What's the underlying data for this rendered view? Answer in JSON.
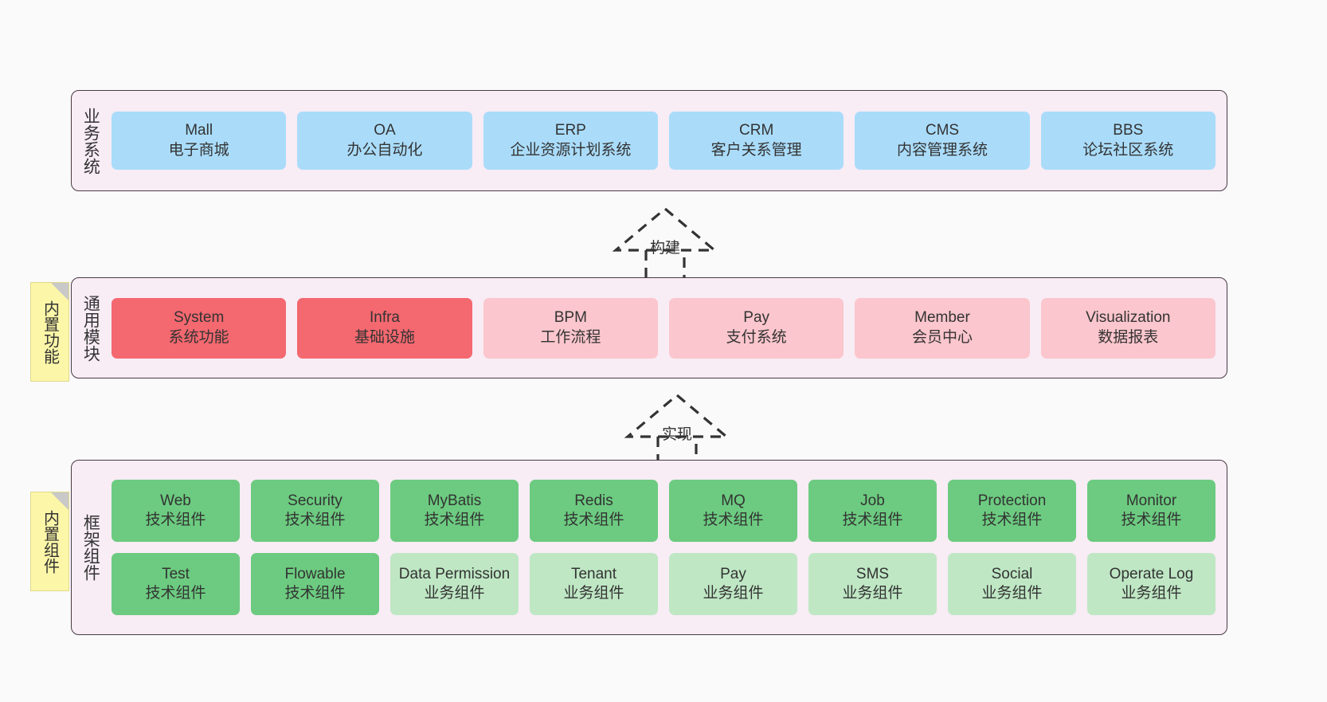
{
  "diagram": {
    "layers": [
      {
        "id": "business",
        "title": "业务系统",
        "rows": [
          {
            "boxes": [
              {
                "name": "Mall",
                "sub": "电子商城",
                "color": "#aadcfa"
              },
              {
                "name": "OA",
                "sub": "办公自动化",
                "color": "#aadcfa"
              },
              {
                "name": "ERP",
                "sub": "企业资源计划系统",
                "color": "#aadcfa"
              },
              {
                "name": "CRM",
                "sub": "客户关系管理",
                "color": "#aadcfa"
              },
              {
                "name": "CMS",
                "sub": "内容管理系统",
                "color": "#aadcfa"
              },
              {
                "name": "BBS",
                "sub": "论坛社区系统",
                "color": "#aadcfa"
              }
            ]
          }
        ]
      },
      {
        "id": "common",
        "title": "通用模块",
        "note": "内置功能",
        "rows": [
          {
            "boxes": [
              {
                "name": "System",
                "sub": "系统功能",
                "color": "#f4686f"
              },
              {
                "name": "Infra",
                "sub": "基础设施",
                "color": "#f4686f"
              },
              {
                "name": "BPM",
                "sub": "工作流程",
                "color": "#fbc6cd"
              },
              {
                "name": "Pay",
                "sub": "支付系统",
                "color": "#fbc6cd"
              },
              {
                "name": "Member",
                "sub": "会员中心",
                "color": "#fbc6cd"
              },
              {
                "name": "Visualization",
                "sub": "数据报表",
                "color": "#fbc6cd"
              }
            ]
          }
        ]
      },
      {
        "id": "framework",
        "title": "框架组件",
        "note": "内置组件",
        "rows": [
          {
            "boxes": [
              {
                "name": "Web",
                "sub": "技术组件",
                "color": "#6ccb80"
              },
              {
                "name": "Security",
                "sub": "技术组件",
                "color": "#6ccb80"
              },
              {
                "name": "MyBatis",
                "sub": "技术组件",
                "color": "#6ccb80"
              },
              {
                "name": "Redis",
                "sub": "技术组件",
                "color": "#6ccb80"
              },
              {
                "name": "MQ",
                "sub": "技术组件",
                "color": "#6ccb80"
              },
              {
                "name": "Job",
                "sub": "技术组件",
                "color": "#6ccb80"
              },
              {
                "name": "Protection",
                "sub": "技术组件",
                "color": "#6ccb80"
              },
              {
                "name": "Monitor",
                "sub": "技术组件",
                "color": "#6ccb80"
              }
            ]
          },
          {
            "boxes": [
              {
                "name": "Test",
                "sub": "技术组件",
                "color": "#6ccb80"
              },
              {
                "name": "Flowable",
                "sub": "技术组件",
                "color": "#6ccb80"
              },
              {
                "name": "Data Permission",
                "sub": "业务组件",
                "color": "#bfe7c4",
                "wrap": true
              },
              {
                "name": "Tenant",
                "sub": "业务组件",
                "color": "#bfe7c4"
              },
              {
                "name": "Pay",
                "sub": "业务组件",
                "color": "#bfe7c4"
              },
              {
                "name": "SMS",
                "sub": "业务组件",
                "color": "#bfe7c4"
              },
              {
                "name": "Social",
                "sub": "业务组件",
                "color": "#bfe7c4"
              },
              {
                "name": "Operate Log",
                "sub": "业务组件",
                "color": "#bfe7c4"
              }
            ]
          }
        ]
      }
    ],
    "connectors": [
      {
        "id": "build",
        "label": "构建"
      },
      {
        "id": "implement",
        "label": "实现"
      }
    ],
    "colors": {
      "background": "#fafafa",
      "layer_fill": "#f8ecf5",
      "layer_border": "#4a3a44",
      "note_fill": "#fcf7a8",
      "blue": "#aadcfa",
      "red": "#f4686f",
      "pink": "#fbc6cd",
      "green": "#6ccb80",
      "light_green": "#bfe7c4",
      "text": "#333333"
    }
  }
}
